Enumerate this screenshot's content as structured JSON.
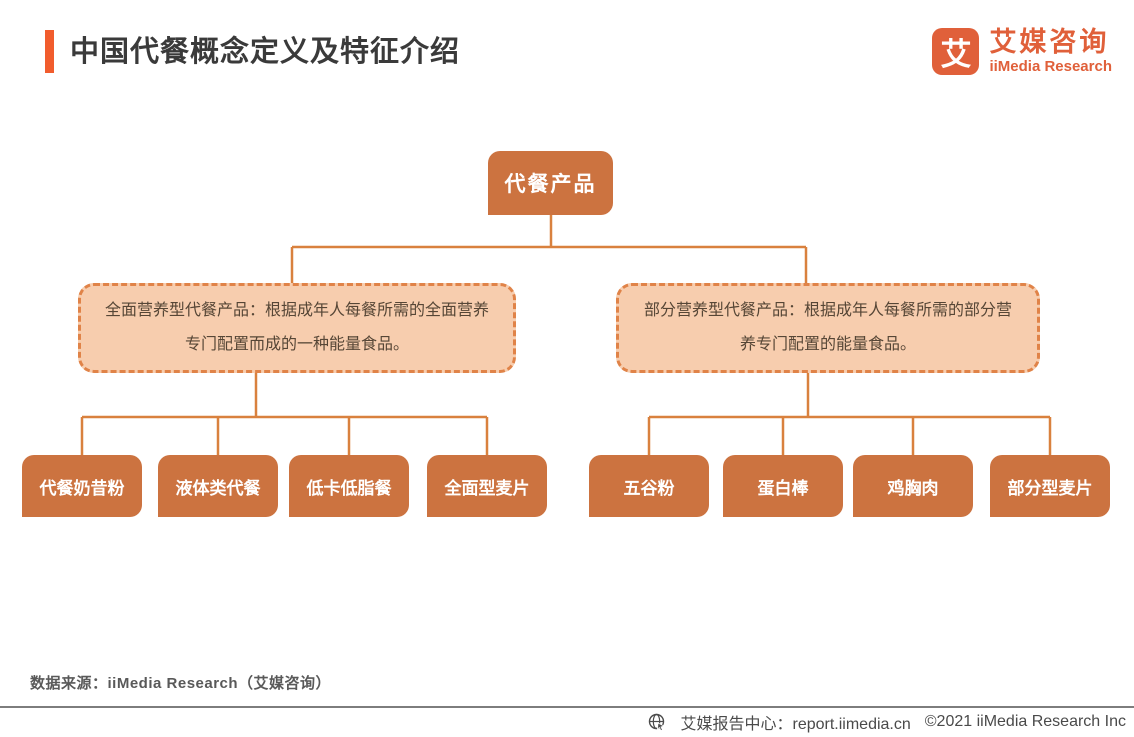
{
  "header": {
    "title": "中国代餐概念定义及特征介绍",
    "brand": {
      "logo_char": "艾",
      "name_cn": "艾媒咨询",
      "name_en": "iiMedia Research"
    }
  },
  "diagram": {
    "root": "代餐产品",
    "branches": [
      {
        "definition": "全面营养型代餐产品：根据成年人每餐所需的全面营养专门配置而成的一种能量食品。",
        "children": [
          "代餐奶昔粉",
          "液体类代餐",
          "低卡低脂餐",
          "全面型麦片"
        ]
      },
      {
        "definition": "部分营养型代餐产品：根据成年人每餐所需的部分营养专门配置的能量食品。",
        "children": [
          "五谷粉",
          "蛋白棒",
          "鸡胸肉",
          "部分型麦片"
        ]
      }
    ]
  },
  "footer": {
    "source_note": "数据来源：iiMedia Research（艾媒咨询）",
    "site_label": "艾媒报告中心：report.iimedia.cn",
    "copyright": "©2021  iiMedia Research Inc"
  },
  "colors": {
    "node_fill": "#cc7340",
    "connector": "#d9813e",
    "definition_fill": "#f7cdae",
    "definition_border": "#e08348",
    "accent": "#f15c2d",
    "brand": "#e0603a",
    "text_dark": "#3a3a3a",
    "footer_gray": "#595959"
  },
  "icons": {
    "globe": "globe-with-cursor"
  }
}
